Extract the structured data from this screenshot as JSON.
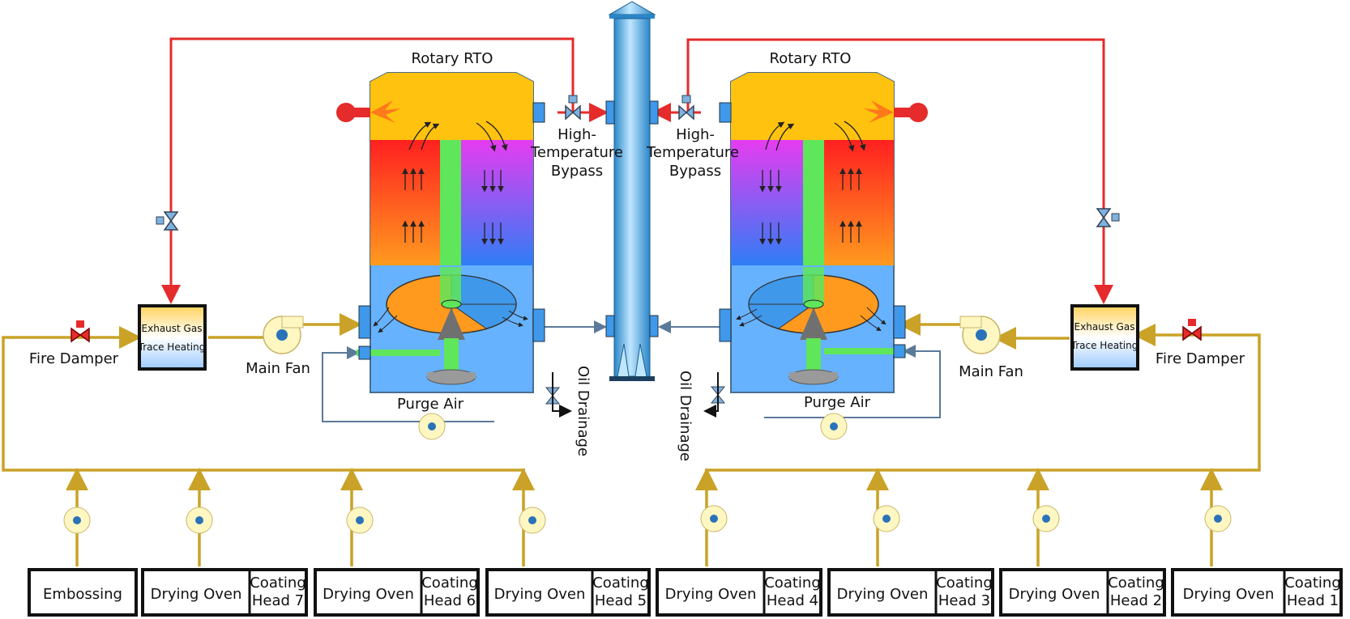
{
  "rto_left": {
    "title": "Rotary RTO"
  },
  "rto_right": {
    "title": "Rotary RTO"
  },
  "bypass_left": {
    "line1": "High-",
    "line2": "Temperature",
    "line3": "Bypass"
  },
  "bypass_right": {
    "line1": "High-",
    "line2": "Temperature",
    "line3": "Bypass"
  },
  "left": {
    "fire_damper": "Fire Damper",
    "main_fan": "Main Fan",
    "purge_air": "Purge Air",
    "oil_drainage": "Oil Drainage",
    "trace_heating_line1": "Exhaust Gas",
    "trace_heating_line2": "Trace Heating"
  },
  "right": {
    "fire_damper": "Fire Damper",
    "main_fan": "Main Fan",
    "purge_air": "Purge Air",
    "oil_drainage": "Oil Drainage",
    "trace_heating_line1": "Exhaust Gas",
    "trace_heating_line2": "Trace Heating"
  },
  "sources": [
    {
      "main": "Embossing"
    },
    {
      "main": "Drying Oven",
      "sub1": "Coating",
      "sub2": "Head 7"
    },
    {
      "main": "Drying Oven",
      "sub1": "Coating",
      "sub2": "Head 6"
    },
    {
      "main": "Drying Oven",
      "sub1": "Coating",
      "sub2": "Head 5"
    },
    {
      "main": "Drying Oven",
      "sub1": "Coating",
      "sub2": "Head 4"
    },
    {
      "main": "Drying Oven",
      "sub1": "Coating",
      "sub2": "Head 3"
    },
    {
      "main": "Drying Oven",
      "sub1": "Coating",
      "sub2": "Head 2"
    },
    {
      "main": "Drying Oven",
      "sub1": "Coating",
      "sub2": "Head 1"
    }
  ],
  "colors": {
    "flue_gas_line": "#e52b2b",
    "exhaust_line": "#c9a227",
    "purge_line": "#5b7a99",
    "chamber_top": "#ffc20e",
    "chamber_bottom": "#66b2ff",
    "stack": "#4aa8e8"
  }
}
